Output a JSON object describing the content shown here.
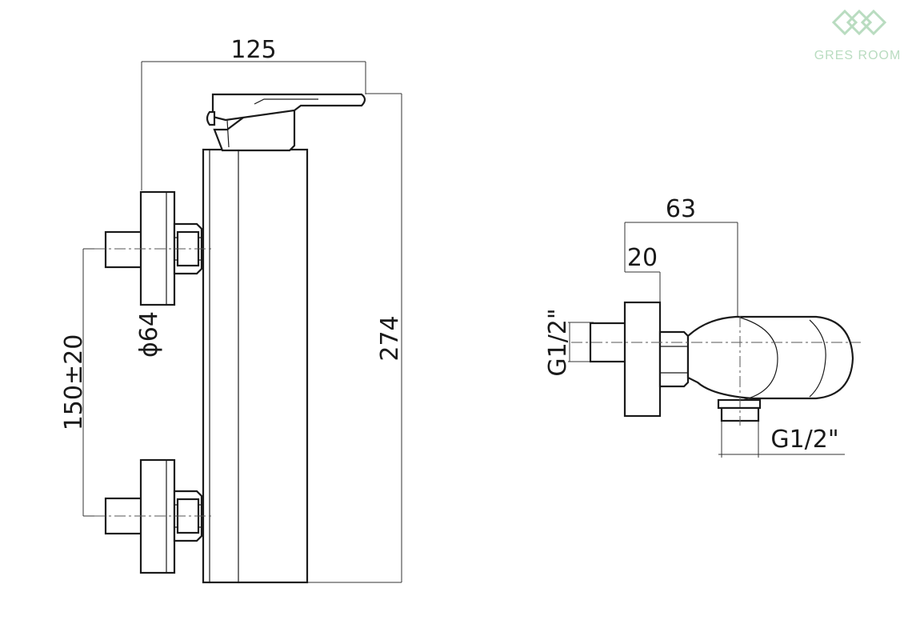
{
  "dimensions": {
    "overall_width": "125",
    "pipe_spacing": "150±20",
    "flange_diameter": "ϕ64",
    "overall_height": "274",
    "depth": "63",
    "flange_thickness": "20",
    "inlet_thread": "G1/2\"",
    "outlet_thread": "G1/2\""
  },
  "logo": {
    "text": "GRES ROOM"
  },
  "colors": {
    "line": "#1a1a1a",
    "logo": "#b9dcc0"
  }
}
